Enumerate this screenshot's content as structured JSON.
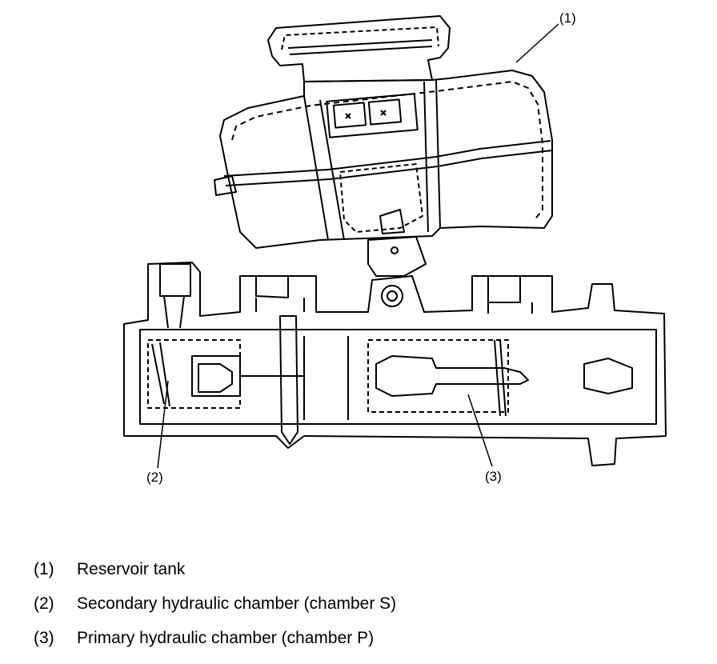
{
  "callouts": [
    {
      "id": "callout-1",
      "label": "(1)"
    },
    {
      "id": "callout-2",
      "label": "(2)"
    },
    {
      "id": "callout-3",
      "label": "(3)"
    }
  ],
  "legend": [
    {
      "num": "(1)",
      "text": "Reservoir tank"
    },
    {
      "num": "(2)",
      "text": "Secondary hydraulic chamber (chamber S)"
    },
    {
      "num": "(3)",
      "text": "Primary hydraulic chamber (chamber P)"
    }
  ],
  "colors": {
    "line": "#000000",
    "background": "#ffffff"
  }
}
